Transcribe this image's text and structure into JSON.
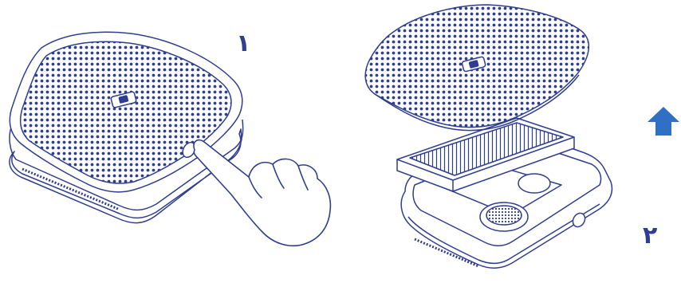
{
  "steps": [
    {
      "number": "۱",
      "action": "press-button"
    },
    {
      "number": "۲",
      "action": "lift-cover-remove-filter"
    }
  ],
  "colors": {
    "line": "#2f3e8f",
    "arrow": "#2f6fc4",
    "background": "#ffffff"
  },
  "icons": [
    "pointing-hand-icon",
    "up-arrow-icon"
  ]
}
